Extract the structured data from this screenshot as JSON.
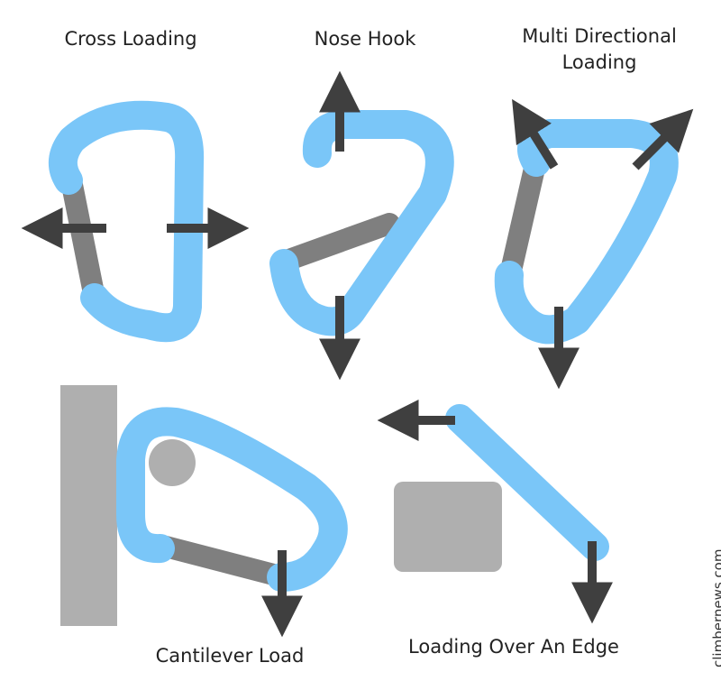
{
  "labels": {
    "cross_loading": "Cross Loading",
    "nose_hook": "Nose Hook",
    "multi_directional_line1": "Multi Directional",
    "multi_directional_line2": "Loading",
    "cantilever_load": "Cantilever Load",
    "loading_over_edge": "Loading Over An Edge"
  },
  "credit": "climbernews.com",
  "colors": {
    "carabiner_body": "#7AC6F8",
    "gate": "#7F7F7F",
    "arrow": "#3F3F3F",
    "object": "#AFAFAF",
    "background": "#FFFFFF"
  },
  "icons": [
    "force-arrow-icon",
    "carabiner-icon"
  ]
}
